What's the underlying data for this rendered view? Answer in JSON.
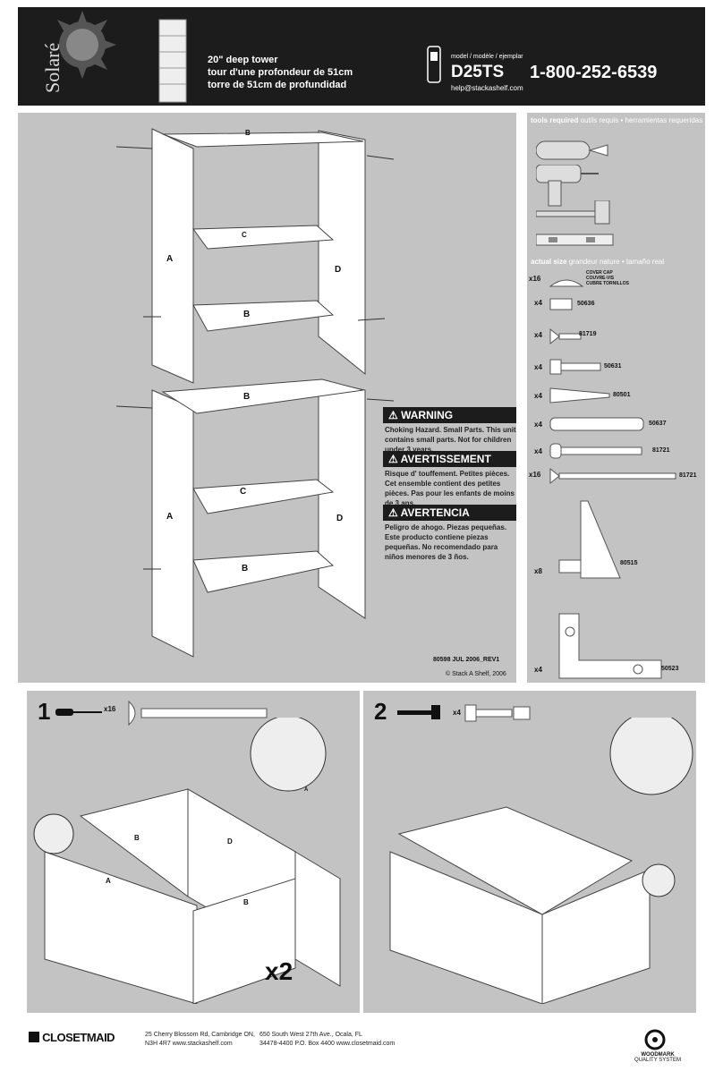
{
  "header": {
    "brand": "Solaré",
    "title_lines": [
      "20\" deep tower",
      "tour d'une profondeur de 51cm",
      "torre de 51cm de profundidad"
    ],
    "model_label": "model / modèle / ejemplar",
    "model": "D25TS",
    "email": "help@stackashelf.com",
    "phone": "1-800-252-6539"
  },
  "main": {
    "labels": {
      "A": "A",
      "B": "B",
      "C": "C",
      "D": "D"
    },
    "ref": "80598   JUL 2006_REV1",
    "copyright": "© Stack A Shelf, 2006"
  },
  "warnings": [
    {
      "title": "WARNING",
      "text": "Choking Hazard. Small Parts. This unit contains small parts. Not for children under 3 years."
    },
    {
      "title": "AVERTISSEMENT",
      "text": "Risque d' touffement. Petites pièces. Cet ensemble contient des petites pièces. Pas pour les enfants de moins de 3 ans."
    },
    {
      "title": "AVERTENCIA",
      "text": "Peligro de ahogo. Piezas pequeñas. Este producto contiene piezas pequeñas. No recomendado para niños menores de 3 ños."
    }
  ],
  "tools": {
    "title": "tools required",
    "subtitle": "outils requis • herramientas requeridas"
  },
  "hardware": {
    "title": "actual size",
    "subtitle": "grandeur nature • tamaño real",
    "items": [
      {
        "qty": "x16",
        "code": "COVER CAP\nCOUVRE-VIS\nCUBRE TORNILLOS"
      },
      {
        "qty": "x4",
        "code": "50636"
      },
      {
        "qty": "x4",
        "code": "81719"
      },
      {
        "qty": "x4",
        "code": "50631"
      },
      {
        "qty": "x4",
        "code": "80501"
      },
      {
        "qty": "x4",
        "code": "50637"
      },
      {
        "qty": "x4",
        "code": "81721"
      },
      {
        "qty": "x16",
        "code": "81721"
      },
      {
        "qty": "x8",
        "code": "80515"
      },
      {
        "qty": "x4",
        "code": "50523"
      }
    ],
    "cap_lines": [
      "COVER CAP",
      "COUVRE-VIS",
      "CUBRE TORNILLOS"
    ]
  },
  "steps": [
    {
      "num": "1",
      "qty": "x16",
      "multiplier": "x2"
    },
    {
      "num": "2",
      "qty": "x4"
    }
  ],
  "footer": {
    "logo": "CLOSETMAID",
    "addr1_line1": "25 Cherry Blossom Rd, Cambridge ON,",
    "addr1_line2": "N3H 4R7 www.stackashelf.com",
    "addr2_line1": "650 South West 27th Ave., Ocala, FL",
    "addr2_line2": "34478-4400 P.O. Box 4400 www.closetmaid.com",
    "woodmark": "WOODMARK",
    "woodmark_sub": "QUALITY SYSTEM"
  }
}
